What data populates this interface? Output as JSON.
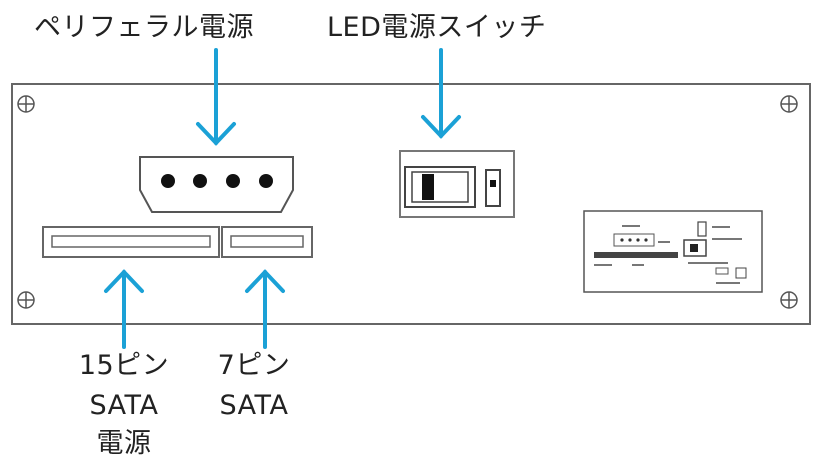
{
  "labels": {
    "peripheral_power": "ペリフェラル電源",
    "led_power_switch": "LED電源スイッチ",
    "sata15_line1": "15ピン",
    "sata15_line2": "SATA",
    "sata15_line3": "電源",
    "sata7_line1": "7ピン",
    "sata7_line2": "SATA"
  },
  "colors": {
    "arrow": "#1ba1d6",
    "outline": "#666666",
    "text": "#222222"
  }
}
